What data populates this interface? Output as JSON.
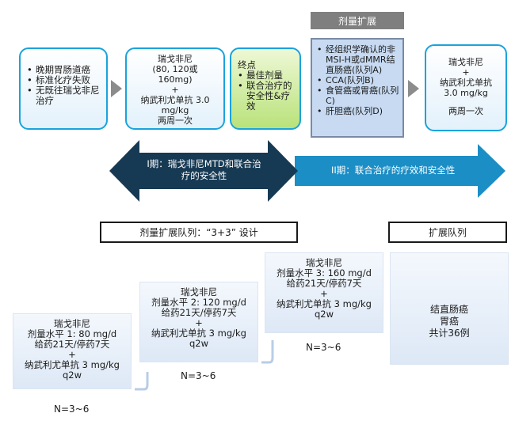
{
  "top_row": {
    "box1": {
      "items": [
        "晚期胃肠道癌",
        "标准化疗失败",
        "无既往瑞戈非尼治疗"
      ]
    },
    "box2": {
      "lines": [
        "瑞戈非尼",
        "(80, 120或",
        "160mg)",
        "+",
        "纳武利尤单抗 3.0",
        "mg/kg",
        "两周一次"
      ]
    },
    "box3": {
      "title": "终点",
      "items": [
        "最佳剂量",
        "联合治疗的安全性&疗效"
      ]
    },
    "expansion_header": "剂量扩展",
    "box4": {
      "items": [
        "经组织学确认的非MSI-H或dMMR结直肠癌(队列A)",
        "CCA(队列B)",
        "食管癌或胃癌(队列C)",
        "肝胆癌(队列D)"
      ]
    },
    "box5": {
      "lines": [
        "瑞戈非尼",
        "+",
        "纳武利尤单抗",
        "3.0 mg/kg",
        "两周一次"
      ]
    }
  },
  "phases": {
    "phase1": "I期：瑞戈非尼MTD和联合治疗的安全性",
    "phase2": "II期：联合治疗的疗效和安全性"
  },
  "labels": {
    "dose_escalation": "剂量扩展队列：“3+3” 设计",
    "expansion_cohort": "扩展队列"
  },
  "dose_levels": [
    {
      "lines": [
        "瑞戈非尼",
        "剂量水平 1: 80 mg/d",
        "给药21天/停药7天",
        "+",
        "纳武利尤单抗 3 mg/kg",
        "q2w"
      ],
      "n": "N=3~6"
    },
    {
      "lines": [
        "瑞戈非尼",
        "剂量水平 2: 120 mg/d",
        "给药21天/停药7天",
        "+",
        "纳武利尤单抗 3 mg/kg",
        "q2w"
      ],
      "n": "N=3~6"
    },
    {
      "lines": [
        "瑞戈非尼",
        "剂量水平 3: 160 mg/d",
        "给药21天/停药7天",
        "+",
        "纳武利尤单抗 3 mg/kg",
        "q2w"
      ],
      "n": "N=3~6"
    }
  ],
  "expansion_box": {
    "lines": [
      "结直肠癌",
      "胃癌",
      "共计36例"
    ]
  },
  "colors": {
    "phase1": "#173a54",
    "phase2": "#1b8ec6",
    "accent_border": "#1aa3dc"
  }
}
